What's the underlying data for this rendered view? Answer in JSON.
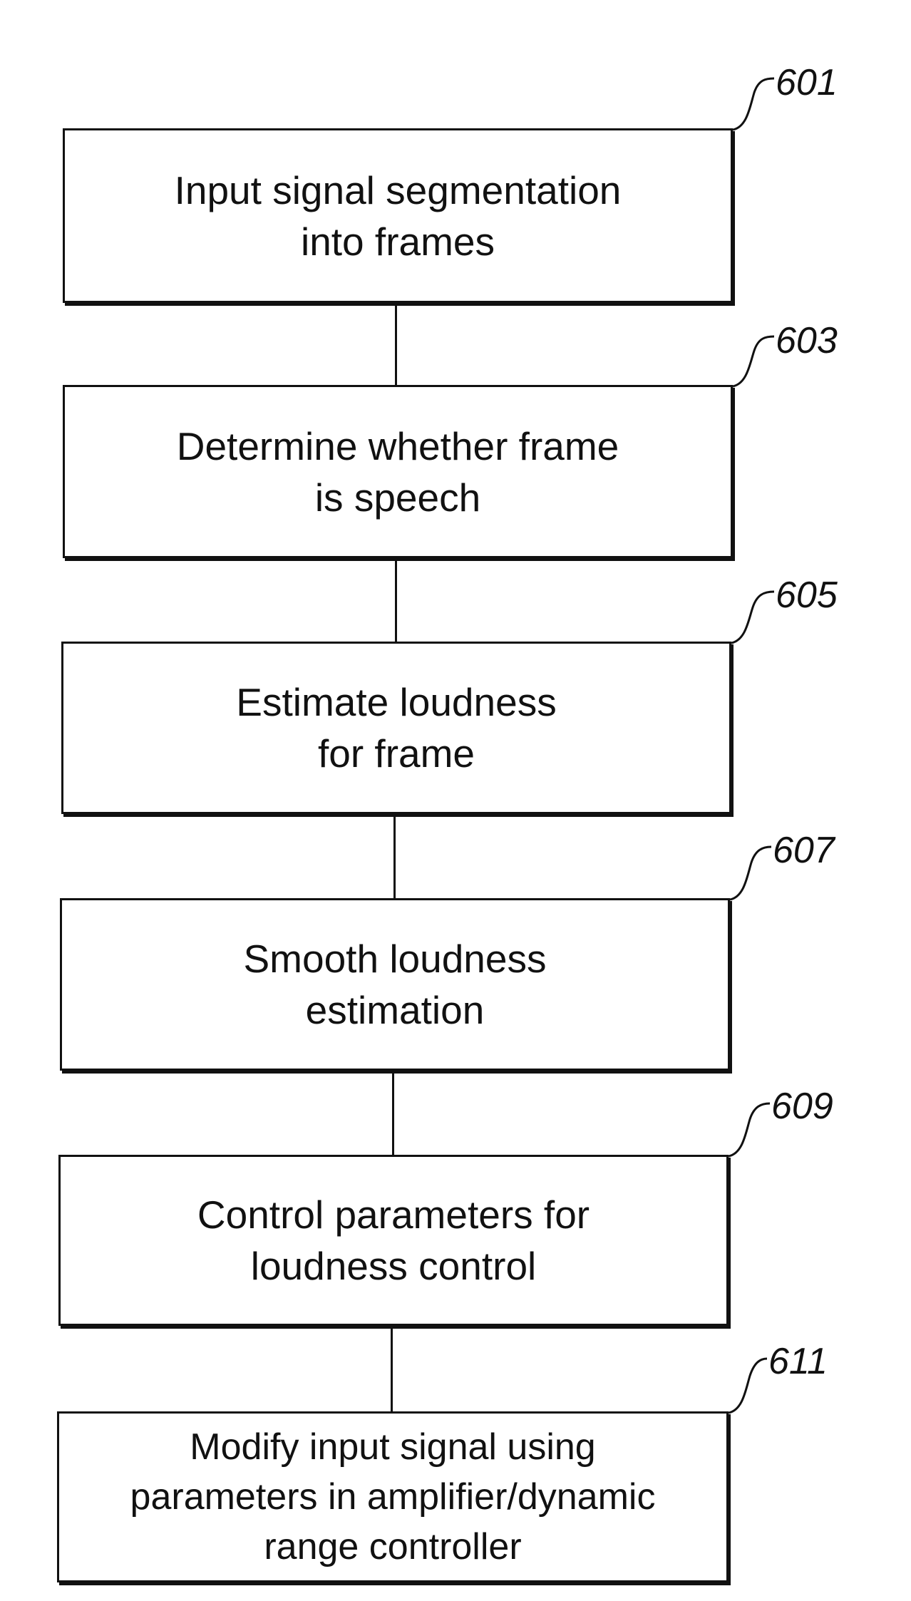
{
  "steps": [
    {
      "ref": "601",
      "label": "Input signal segmentation\ninto frames"
    },
    {
      "ref": "603",
      "label": "Determine whether frame\nis speech"
    },
    {
      "ref": "605",
      "label": "Estimate loudness\nfor frame"
    },
    {
      "ref": "607",
      "label": "Smooth loudness\nestimation"
    },
    {
      "ref": "609",
      "label": "Control parameters for\nloudness control"
    },
    {
      "ref": "611",
      "label": "Modify input signal using\nparameters in amplifier/dynamic\nrange controller"
    }
  ]
}
